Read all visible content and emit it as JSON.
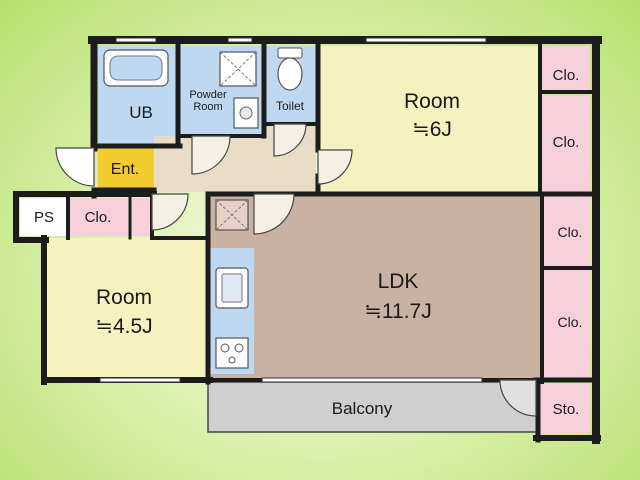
{
  "floorplan": {
    "colors": {
      "wall": "#1c1c1c",
      "room_yellow": "#f6f2bf",
      "closet_pink": "#f6cfdb",
      "wet_blue": "#bfd8f2",
      "entrance_gold": "#f2cc2e",
      "hallway_tan": "#e8dcc4",
      "ldk_brown": "#c9b2a2",
      "balcony_gray": "#cfcfcf",
      "ps_white": "#ffffff"
    },
    "rooms": {
      "ub": "UB",
      "powder_line1": "Powder",
      "powder_line2": "Room",
      "toilet": "Toilet",
      "room_6_name": "Room",
      "room_6_size": "≒6J",
      "entrance": "Ent.",
      "ps": "PS",
      "closet_small": "Clo.",
      "room_45_name": "Room",
      "room_45_size": "≒4.5J",
      "ldk_name": "LDK",
      "ldk_size": "≒11.7J",
      "balcony": "Balcony",
      "storage": "Sto.",
      "closet_r1": "Clo.",
      "closet_r2": "Clo.",
      "closet_r3": "Clo.",
      "closet_r4": "Clo."
    }
  }
}
